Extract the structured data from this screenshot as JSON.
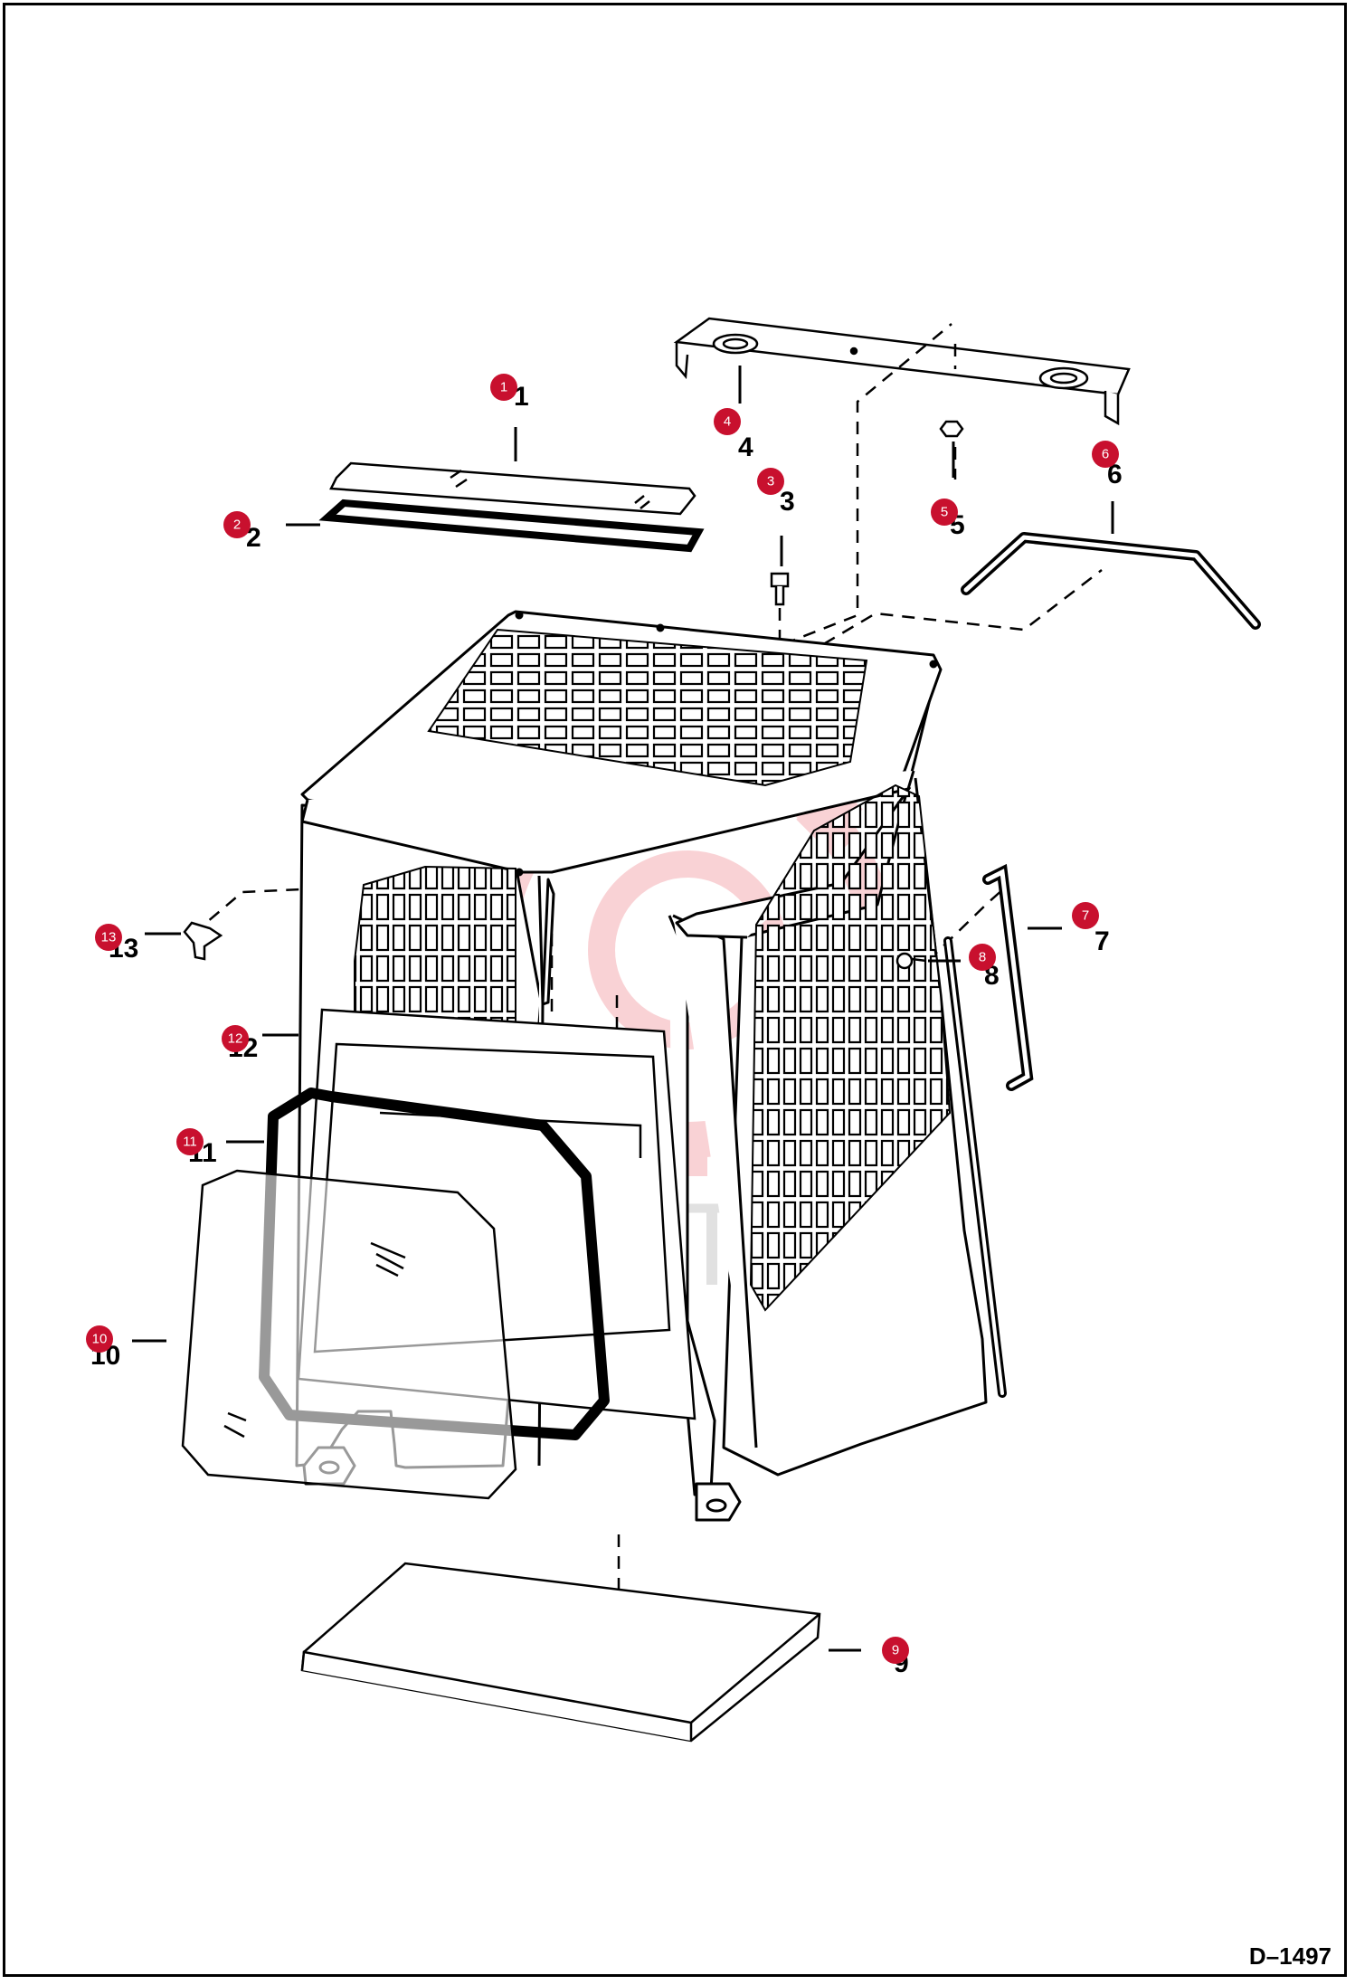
{
  "diagram_id": "D–1497",
  "watermark_text": "ИНТЕХ",
  "callout_color": "#c8102e",
  "parts": [
    {
      "num": "1",
      "printed": "1"
    },
    {
      "num": "2",
      "printed": "2"
    },
    {
      "num": "3",
      "printed": "3"
    },
    {
      "num": "4",
      "printed": "4"
    },
    {
      "num": "5",
      "printed": "5"
    },
    {
      "num": "6",
      "printed": "6"
    },
    {
      "num": "7",
      "printed": "7"
    },
    {
      "num": "8",
      "printed": "8"
    },
    {
      "num": "9",
      "printed": "9"
    },
    {
      "num": "10",
      "printed": "10"
    },
    {
      "num": "11",
      "printed": "11"
    },
    {
      "num": "12",
      "printed": "12"
    },
    {
      "num": "13",
      "printed": "13"
    }
  ]
}
